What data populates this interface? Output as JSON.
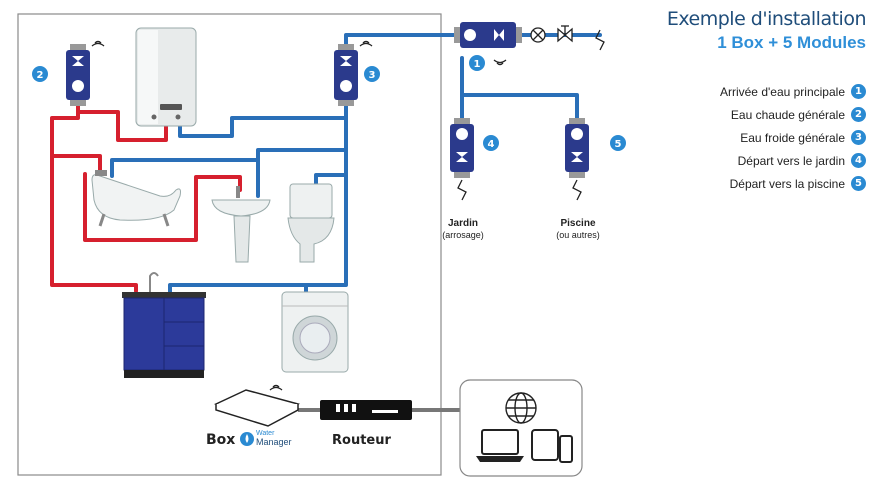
{
  "title": "Exemple d'installation",
  "subtitle": "1 Box + 5 Modules",
  "legend": [
    {
      "label": "Arrivée d'eau principale",
      "num": "1"
    },
    {
      "label": "Eau chaude générale",
      "num": "2"
    },
    {
      "label": "Eau froide générale",
      "num": "3"
    },
    {
      "label": "Départ vers le jardin",
      "num": "4"
    },
    {
      "label": "Départ vers la piscine",
      "num": "5"
    }
  ],
  "modules": {
    "m1": "1",
    "m2": "2",
    "m3": "3",
    "m4": "4",
    "m5": "5"
  },
  "outlets": {
    "jardin": "Jardin",
    "jardin_sub": "(arrosage)",
    "piscine": "Piscine",
    "piscine_sub": "(ou autres)"
  },
  "box_label": "Box",
  "brand_line1": "Water",
  "brand_line2": "Manager",
  "router_label": "Routeur",
  "colors": {
    "hot": "#d6202e",
    "cold": "#2a6fb8",
    "module": "#2b3a8c",
    "accent": "#2a8ad2",
    "title": "#1f4d7a"
  },
  "icons": [
    "wifi-icon",
    "globe-icon",
    "laptop-icon",
    "tablet-icon",
    "phone-icon",
    "check-valve-icon",
    "gate-valve-icon",
    "cut-pipe-icon"
  ]
}
